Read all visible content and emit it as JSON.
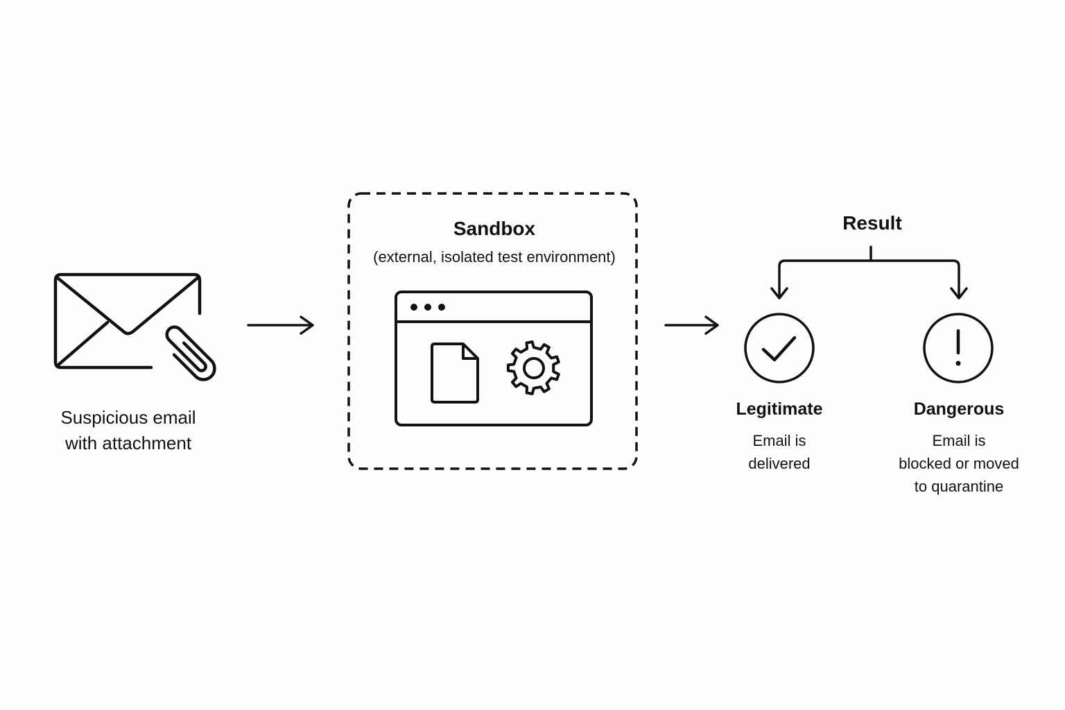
{
  "email": {
    "label_line1": "Suspicious email",
    "label_line2": "with attachment"
  },
  "sandbox": {
    "title": "Sandbox",
    "subtitle": "(external, isolated test environment)"
  },
  "result": {
    "title": "Result",
    "legitimate": {
      "title": "Legitimate",
      "desc_line1": "Email is",
      "desc_line2": "delivered"
    },
    "dangerous": {
      "title": "Dangerous",
      "desc_line1": "Email is",
      "desc_line2": "blocked or moved",
      "desc_line3": "to quarantine"
    }
  },
  "icons": {
    "email": "envelope-icon",
    "attachment": "paperclip-icon",
    "window": "browser-window-icon",
    "file": "document-icon",
    "gear": "gear-icon",
    "legitimate": "checkmark-circle-icon",
    "dangerous": "exclamation-circle-icon"
  }
}
